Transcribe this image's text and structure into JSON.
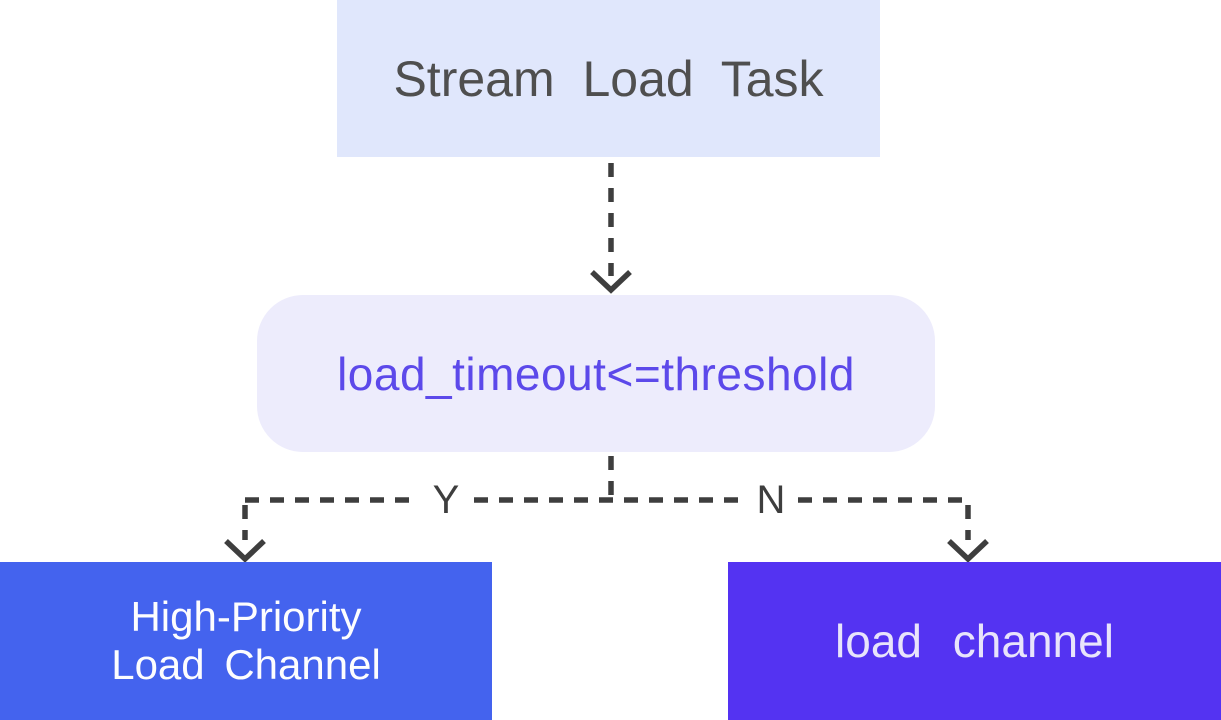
{
  "diagram": {
    "title_node": {
      "label": "Stream Load Task",
      "bg_color": "#e0e7fc",
      "text_color": "#4f4f4f"
    },
    "condition_node": {
      "label": "load_timeout<=threshold",
      "bg_color": "#edecfc",
      "text_color": "#5c49ea"
    },
    "yes_branch": {
      "label": "Y"
    },
    "no_branch": {
      "label": "N"
    },
    "high_priority_node": {
      "label": "High-Priority\nLoad Channel",
      "bg_color": "#4463ee",
      "text_color": "#ffffff"
    },
    "load_channel_node": {
      "label": "load channel",
      "bg_color": "#5433f2",
      "text_color": "#e8e4fb"
    },
    "connector_color": "#3e3e3e"
  }
}
